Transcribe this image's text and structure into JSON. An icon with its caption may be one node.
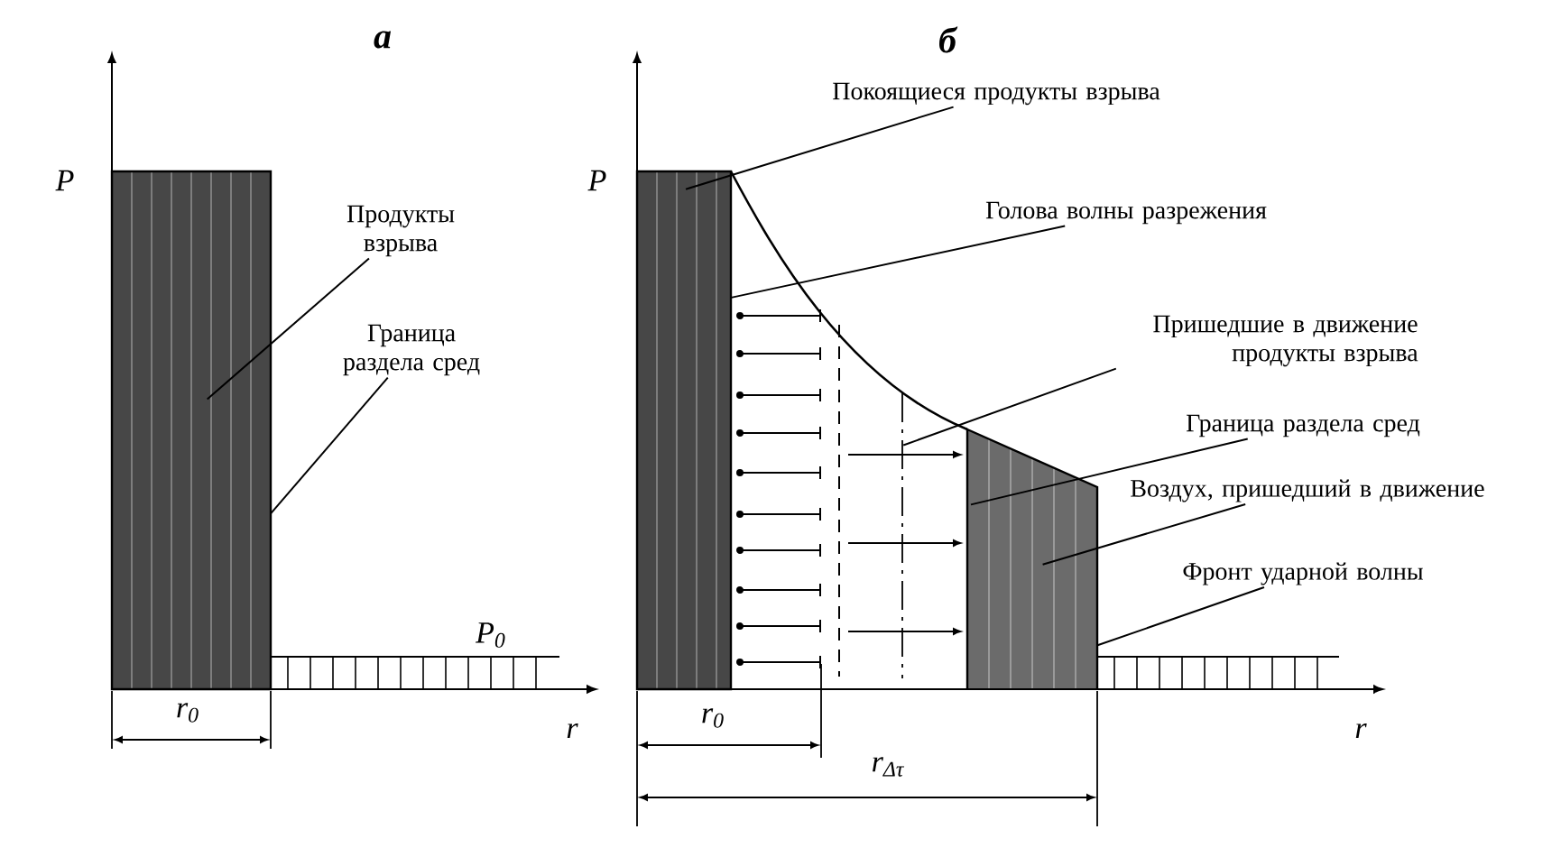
{
  "diagram": {
    "nodes": [
      {
        "text": [],
        "shape": "box"
      },
      {
        "text": [
          "Продукты взрыва"
        ]
      },
      {
        "text": [
          "Граница раздела сред"
        ]
      },
      {
        "text": [],
        "shape": "box"
      },
      {
        "text": [],
        "shape": "box"
      },
      {
        "text": [
          "Покоящиеся продукты взрыва"
        ]
      },
      {
        "text": [
          "Голова волны разрежения"
        ]
      },
      {
        "text": [
          "Пришедшие в движение продукты взрыва"
        ]
      },
      {
        "text": [
          "Граница раздела сред"
        ]
      },
      {
        "text": [
          "Воздух, пришедший в движение"
        ]
      },
      {
        "text": [
          "Фронт ударной волны"
        ]
      }
    ],
    "edges": [
      {
        "from": 1,
        "to": 0,
        "arrow": "none"
      },
      {
        "from": 2,
        "to": 0,
        "arrow": "none"
      },
      {
        "from": 5,
        "to": 3,
        "arrow": "none"
      },
      {
        "from": 6,
        "to": 3,
        "arrow": "none"
      },
      {
        "from": 7,
        "to": 4,
        "arrow": "none"
      },
      {
        "from": 8,
        "to": 4,
        "arrow": "none"
      },
      {
        "from": 9,
        "to": 4,
        "arrow": "none"
      },
      {
        "from": 10,
        "to": 4,
        "arrow": "none"
      }
    ],
    "labels": [
      "а",
      "б",
      "P",
      "P",
      "P$_{0}$",
      "r$_{0}$",
      "r",
      "r$_{0}$",
      "r",
      "r$_{Δτ}$"
    ]
  }
}
